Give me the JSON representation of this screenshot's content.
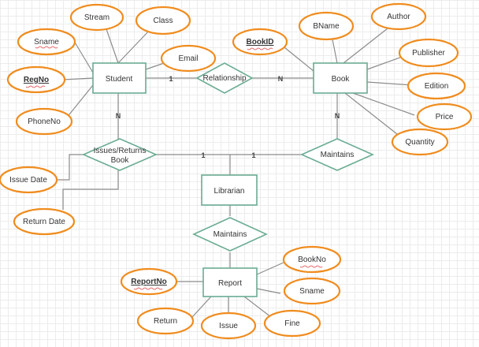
{
  "entities": {
    "student": "Student",
    "book": "Book",
    "librarian": "Librarian",
    "report": "Report"
  },
  "relationships": {
    "relationship": "Relationship",
    "issues_returns_line1": "Issues/Returns",
    "issues_returns_line2": "Book",
    "maintains_book": "Maintains",
    "maintains_report": "Maintains"
  },
  "attributes": {
    "student": {
      "stream": "Stream",
      "class": "Class",
      "sname": "Sname",
      "email": "Email",
      "regno": "RegNo",
      "phoneno": "PhoneNo"
    },
    "book": {
      "bname": "BName",
      "author": "Author",
      "bookid": "BookID",
      "publisher": "Publisher",
      "edition": "Edition",
      "price": "Price",
      "quantity": "Quantity"
    },
    "issues": {
      "issue_date": "Issue Date",
      "return_date": "Return Date"
    },
    "report": {
      "reportno": "ReportNo",
      "bookno": "BookNo",
      "sname": "Sname",
      "return": "Return",
      "issue": "Issue",
      "fine": "Fine"
    }
  },
  "cardinalities": {
    "student_rel": "1",
    "rel_book": "N",
    "student_issues": "N",
    "book_maintains": "N",
    "issues_lib": "1",
    "lib_maintains": "1"
  }
}
